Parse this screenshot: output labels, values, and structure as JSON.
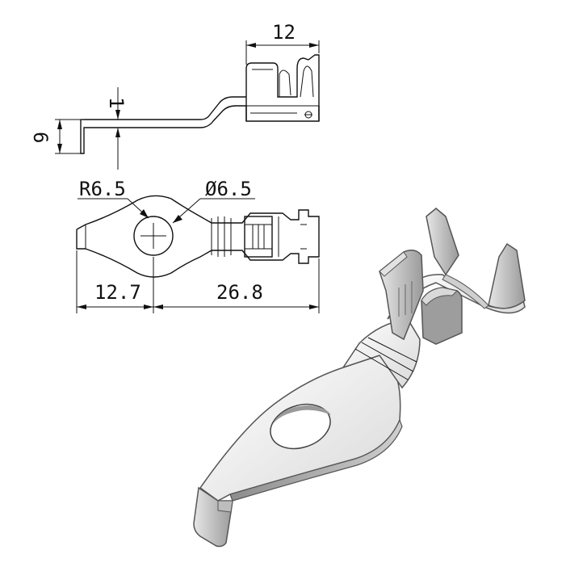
{
  "drawing": {
    "dimensions": {
      "top_width": "12",
      "thickness": "1",
      "height": "6",
      "radius": "R6.5",
      "hole_diameter": "Ø6.5",
      "length_left": "12.7",
      "length_right": "26.8"
    }
  }
}
